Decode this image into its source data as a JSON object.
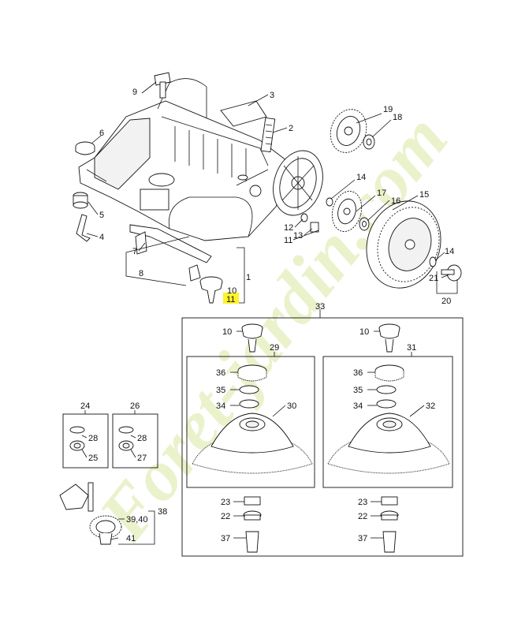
{
  "watermark": {
    "text": "Foret-jardin.com",
    "color": "#d9e9a4"
  },
  "highlight_color": "#fff22a",
  "labels": {
    "l1": "1",
    "l2": "2",
    "l3": "3",
    "l4": "4",
    "l5": "5",
    "l6": "6",
    "l7": "7",
    "l8": "8",
    "l9": "9",
    "l10": "10",
    "l11": "11",
    "l12": "12",
    "l13": "13",
    "l14a": "14",
    "l14b": "14",
    "l15": "15",
    "l16": "16",
    "l17": "17",
    "l18": "18",
    "l19": "19",
    "l20": "20",
    "l21": "21",
    "l22a": "22",
    "l22b": "22",
    "l23a": "23",
    "l23b": "23",
    "l24": "24",
    "l25": "25",
    "l26": "26",
    "l27": "27",
    "l28a": "28",
    "l28b": "28",
    "l29": "29",
    "l30": "30",
    "l31": "31",
    "l32": "32",
    "l33": "33",
    "l34a": "34",
    "l34b": "34",
    "l35a": "35",
    "l35b": "35",
    "l36a": "36",
    "l36b": "36",
    "l37a": "37",
    "l37b": "37",
    "l38": "38",
    "l3940": "39,40",
    "l41": "41",
    "l10a": "10",
    "l10b": "10"
  }
}
